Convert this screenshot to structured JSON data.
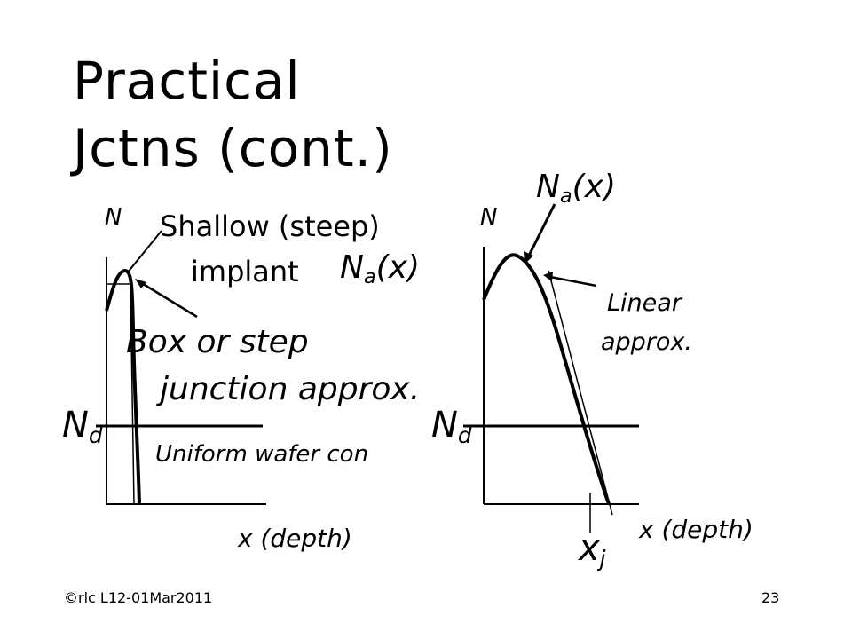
{
  "slide": {
    "title_line1": "Practical",
    "title_line2": "Jctns (cont.)",
    "footer_left": "©rlc L12-01Mar2011",
    "page_number": "23"
  },
  "left_diagram": {
    "y_axis_label": "N",
    "x_axis_label": "x (depth)",
    "nd_main": "N",
    "nd_sub": "d",
    "shallow_line1": "Shallow (steep)",
    "shallow_line2": "implant",
    "na_main": "N",
    "na_sub": "a",
    "na_arg": "(x)",
    "box_line1": "Box or step",
    "box_line2": "junction approx.",
    "uniform": "Uniform wafer con"
  },
  "right_diagram": {
    "y_axis_label": "N",
    "x_axis_label": "x (depth)",
    "na_main": "N",
    "na_sub": "a",
    "na_arg": "(x)",
    "linear_line1": "Linear",
    "linear_line2": "approx.",
    "nd_main": "N",
    "nd_sub": "d",
    "xj_main": "x",
    "xj_sub": "j"
  }
}
